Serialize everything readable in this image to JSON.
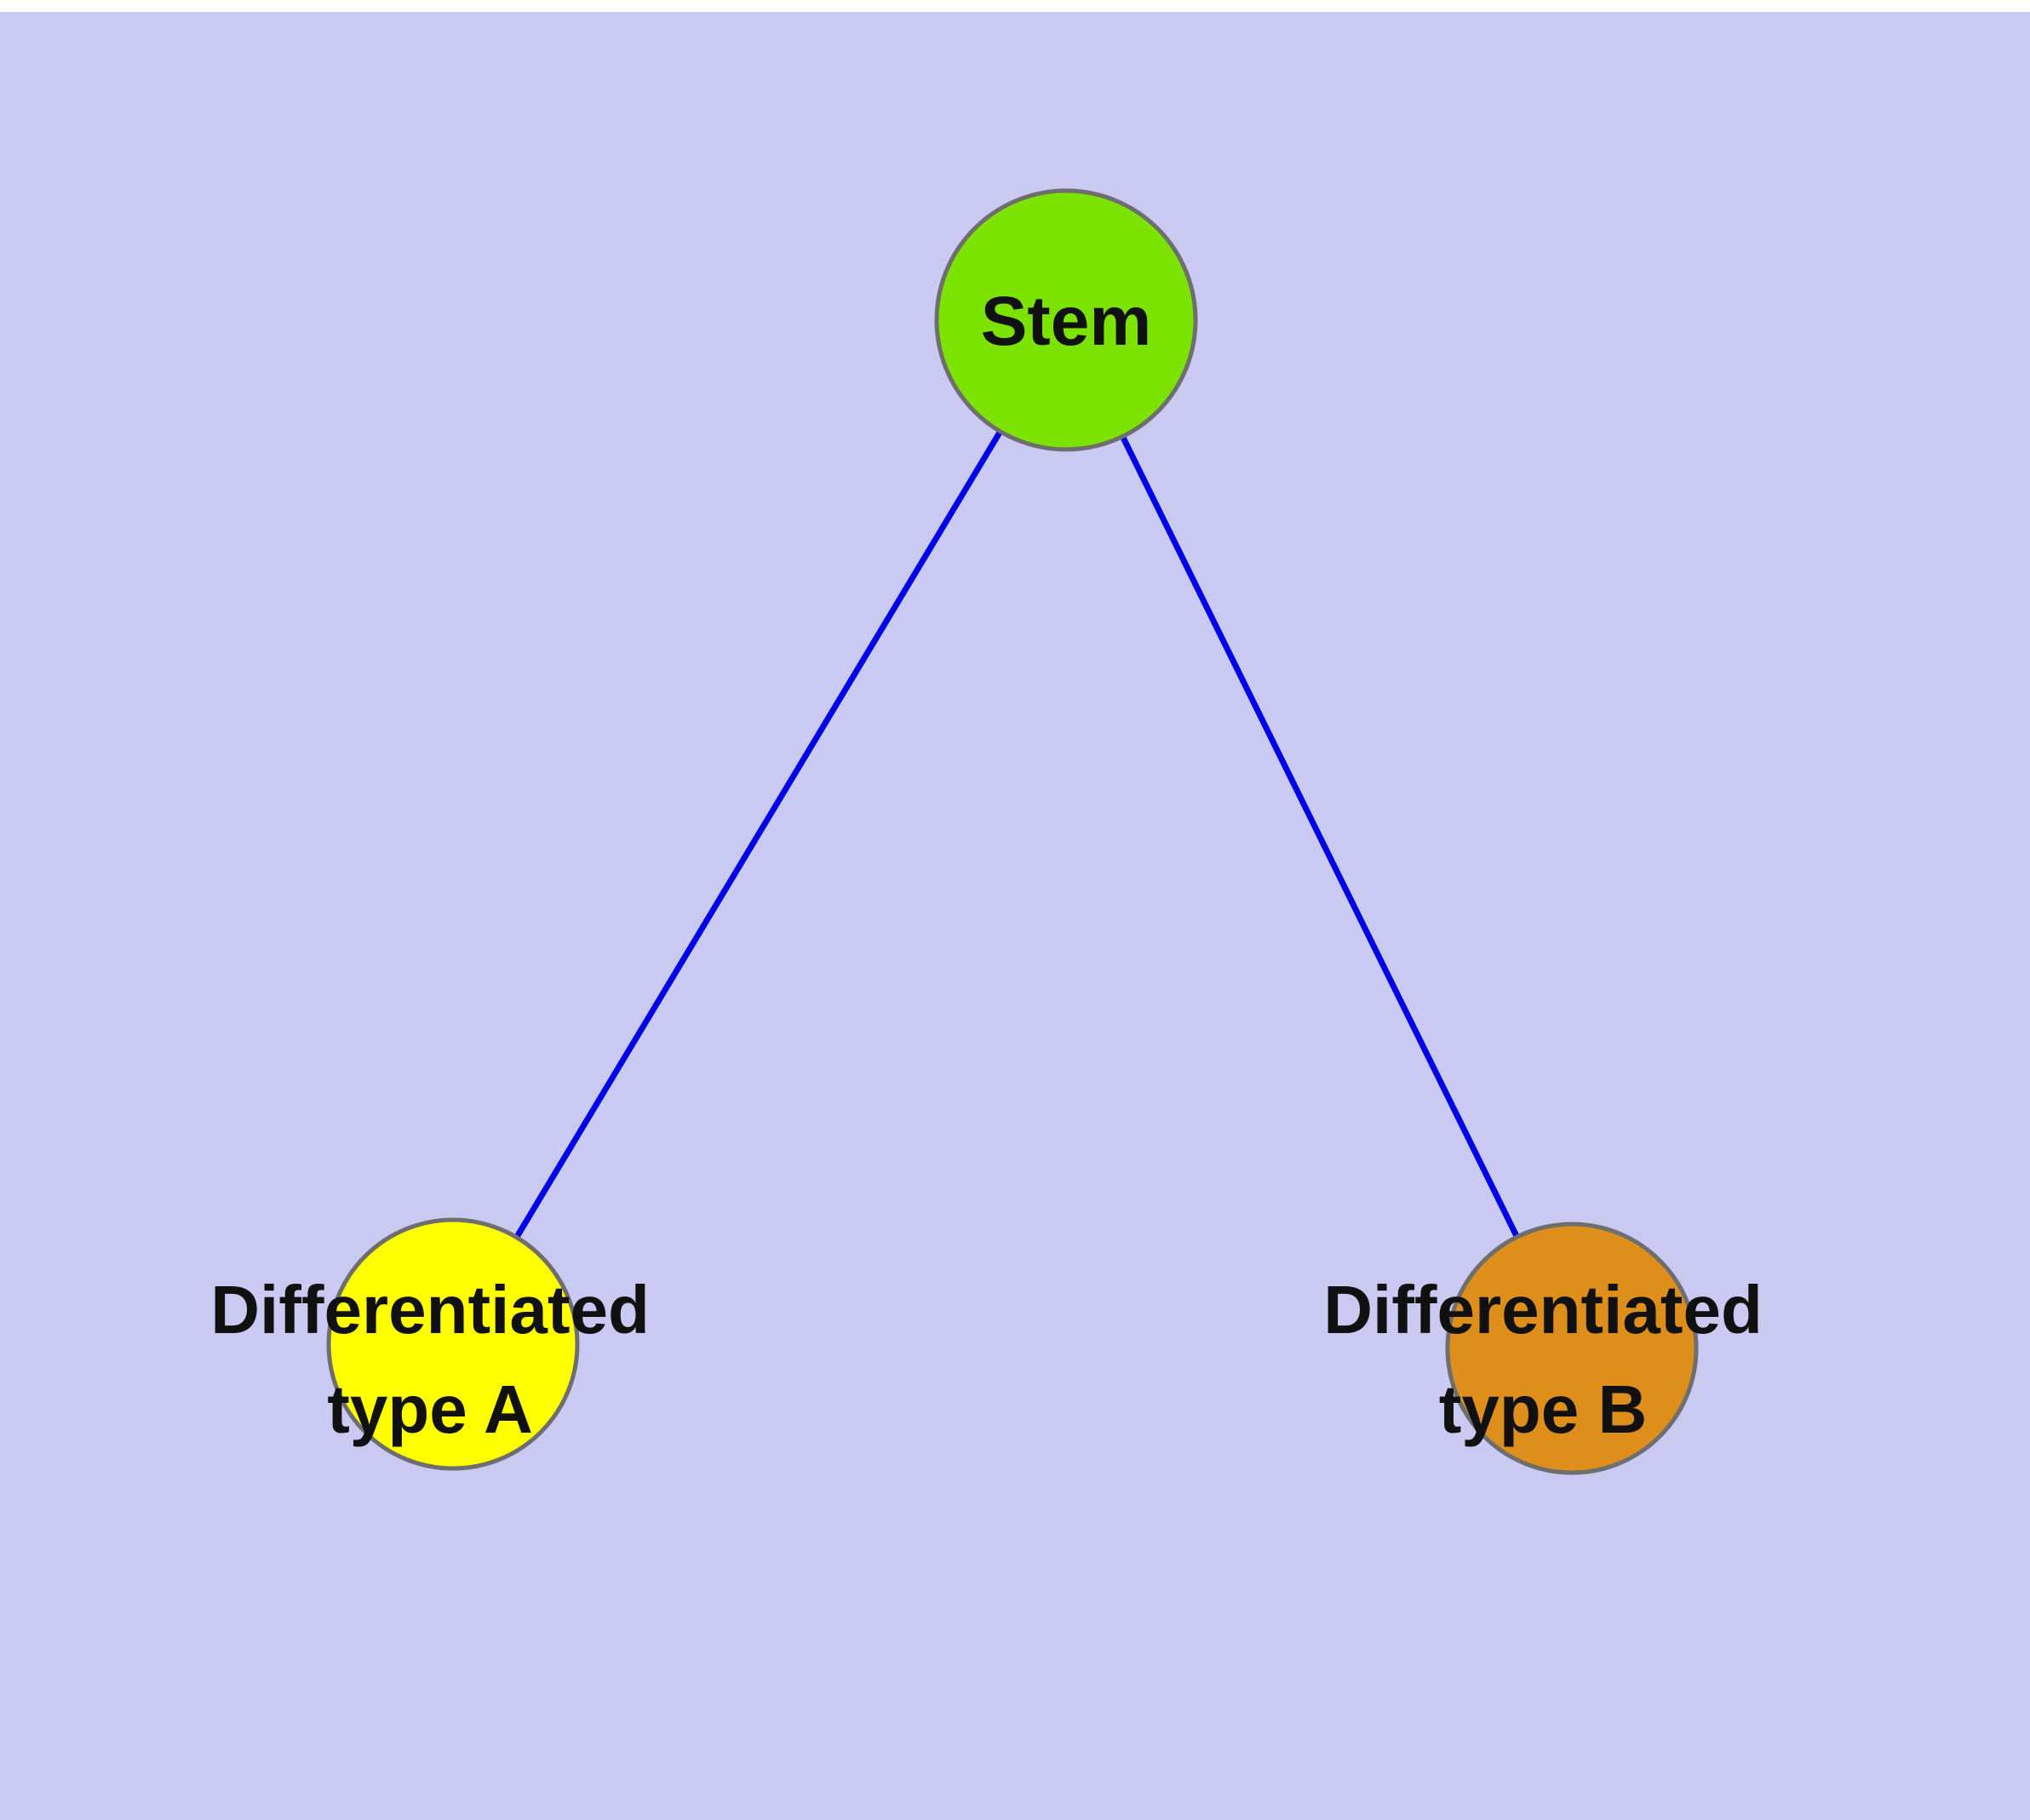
{
  "diagram": {
    "type": "graph",
    "colors": {
      "background": "#c9c9f2",
      "edge": "#0000e6",
      "node_stroke": "#6e6e6e"
    },
    "nodes": {
      "stem": {
        "label": "Stem",
        "fill": "#7ce300"
      },
      "type_a": {
        "label_line1": "Differentiated",
        "label_line2": "type A",
        "fill": "#ffff00"
      },
      "type_b": {
        "label_line1": "Differentiated",
        "label_line2": "type B",
        "fill": "#dd8e1b"
      }
    },
    "edges": [
      {
        "from": "Stem",
        "to": "Differentiated type A"
      },
      {
        "from": "Stem",
        "to": "Differentiated type B"
      }
    ]
  }
}
